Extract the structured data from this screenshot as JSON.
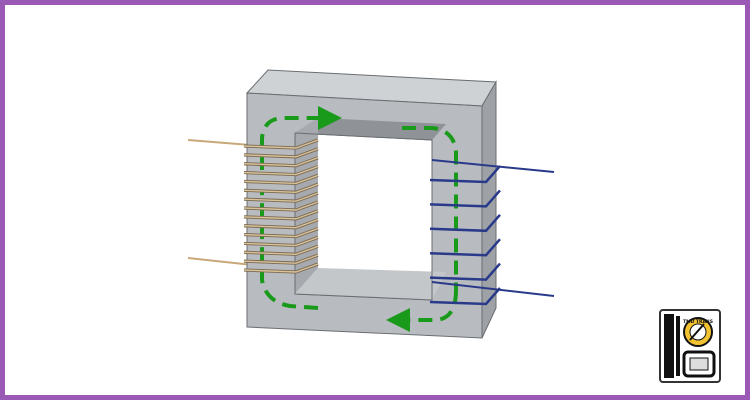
{
  "diagram": {
    "colors": {
      "frame_border": "#9b59b6",
      "core_front": "#b8bcc0",
      "core_side": "#9ea2a6",
      "core_top": "#cfd2d4",
      "core_inner_shadow": "#8f9397",
      "flux_arrow": "#1a9a1a",
      "primary_wire": "#c8a878",
      "secondary_wire": "#2a3a8a"
    },
    "primary_winding": {
      "turns": 15
    },
    "secondary_winding": {
      "turns": 6
    },
    "logo": {
      "text": "TMD TRANS"
    }
  }
}
